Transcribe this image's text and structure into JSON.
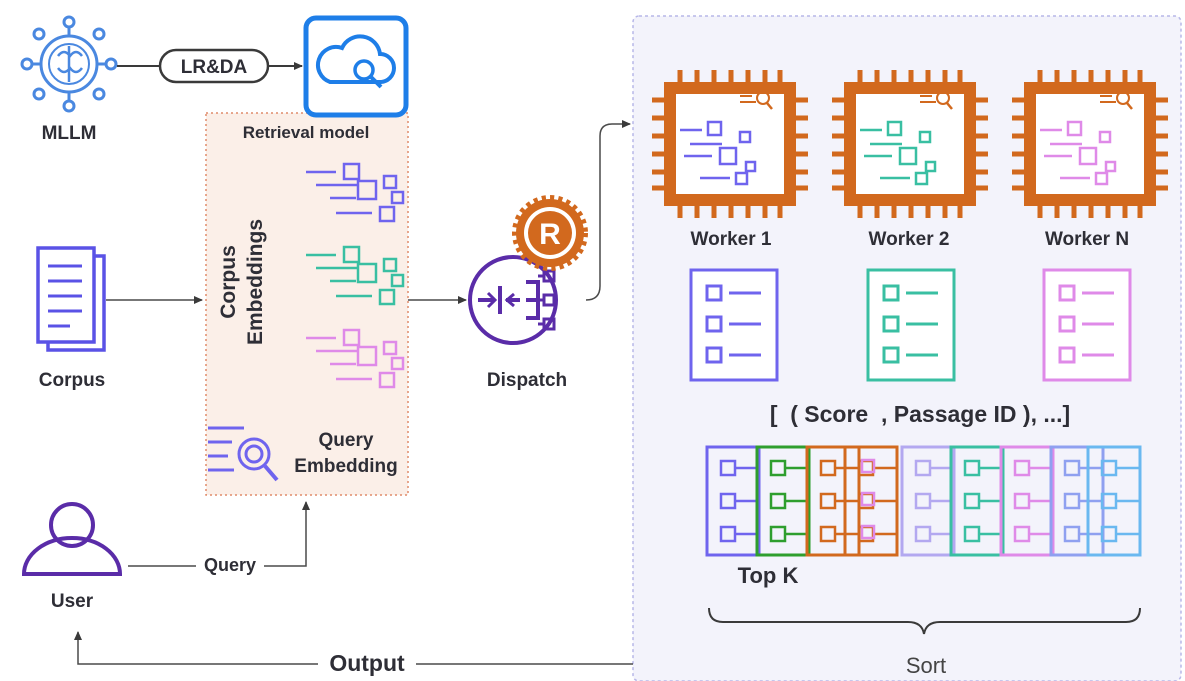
{
  "labels": {
    "mllm": "MLLM",
    "lrda": "LR&DA",
    "retrieval_model": "Retrieval model",
    "corpus_embeddings_line1": "Corpus",
    "corpus_embeddings_line2": "Embeddings",
    "query_embedding_line1": "Query",
    "query_embedding_line2": "Embedding",
    "corpus": "Corpus",
    "user": "User",
    "query": "Query",
    "dispatch": "Dispatch",
    "rust_badge": "R",
    "worker_1": "Worker 1",
    "worker_2": "Worker 2",
    "worker_n": "Worker N",
    "result_format": "[  ( Score  , Passage ID ), ...]",
    "top_k": "Top K",
    "sort": "Sort",
    "output": "Output"
  },
  "colors": {
    "purple": "#6f64ee",
    "teal": "#39bfa2",
    "pink": "#df8ae8",
    "orange": "#d2691e",
    "blue": "#1e7ee8",
    "dark_purple": "#5a2ca8",
    "green": "#2e9e2e",
    "light_blue": "#6ab8f0",
    "panel_fill": "#f3f3fb",
    "retrieval_fill": "#fbefe8"
  },
  "icons": {
    "mllm": "brain-network-icon",
    "retrieval": "cloud-search-icon",
    "corpus": "document-icon",
    "user": "user-icon",
    "dispatch": "router-icon",
    "rust": "rust-gear-icon",
    "worker": "cpu-chip-icon",
    "result_list": "checklist-icon"
  }
}
